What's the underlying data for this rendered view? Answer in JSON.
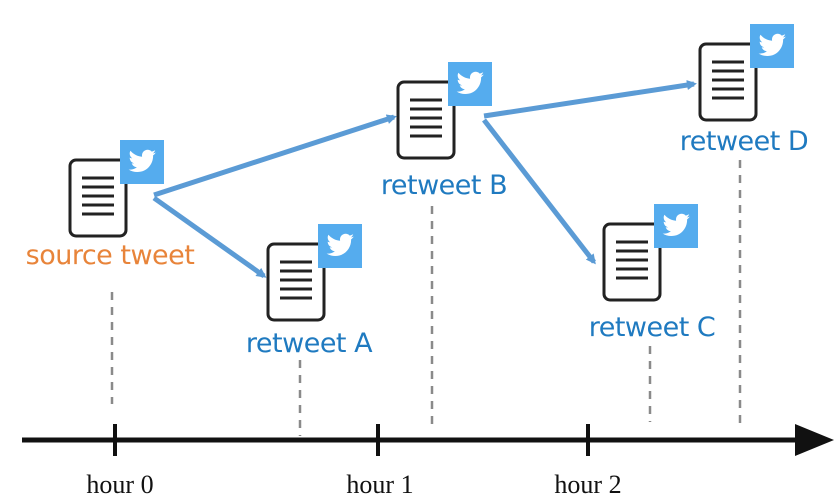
{
  "colors": {
    "source_label": "#E8843A",
    "retweet_label": "#1F7AC0",
    "arrow": "#5B9BD5",
    "badge": "#55ACEE",
    "axis": "#111111",
    "dashes": "#8a8a8a"
  },
  "icon": "twitter-bird-icon",
  "nodes": [
    {
      "id": "source",
      "label": "source tweet"
    },
    {
      "id": "A",
      "label": "retweet A"
    },
    {
      "id": "B",
      "label": "retweet B"
    },
    {
      "id": "C",
      "label": "retweet C"
    },
    {
      "id": "D",
      "label": "retweet D"
    }
  ],
  "edges": [
    {
      "from": "source",
      "to": "B"
    },
    {
      "from": "source",
      "to": "A"
    },
    {
      "from": "B",
      "to": "D"
    },
    {
      "from": "B",
      "to": "C"
    }
  ],
  "timeline": {
    "ticks": [
      {
        "label": "hour 0"
      },
      {
        "label": "hour 1"
      },
      {
        "label": "hour 2"
      }
    ]
  }
}
